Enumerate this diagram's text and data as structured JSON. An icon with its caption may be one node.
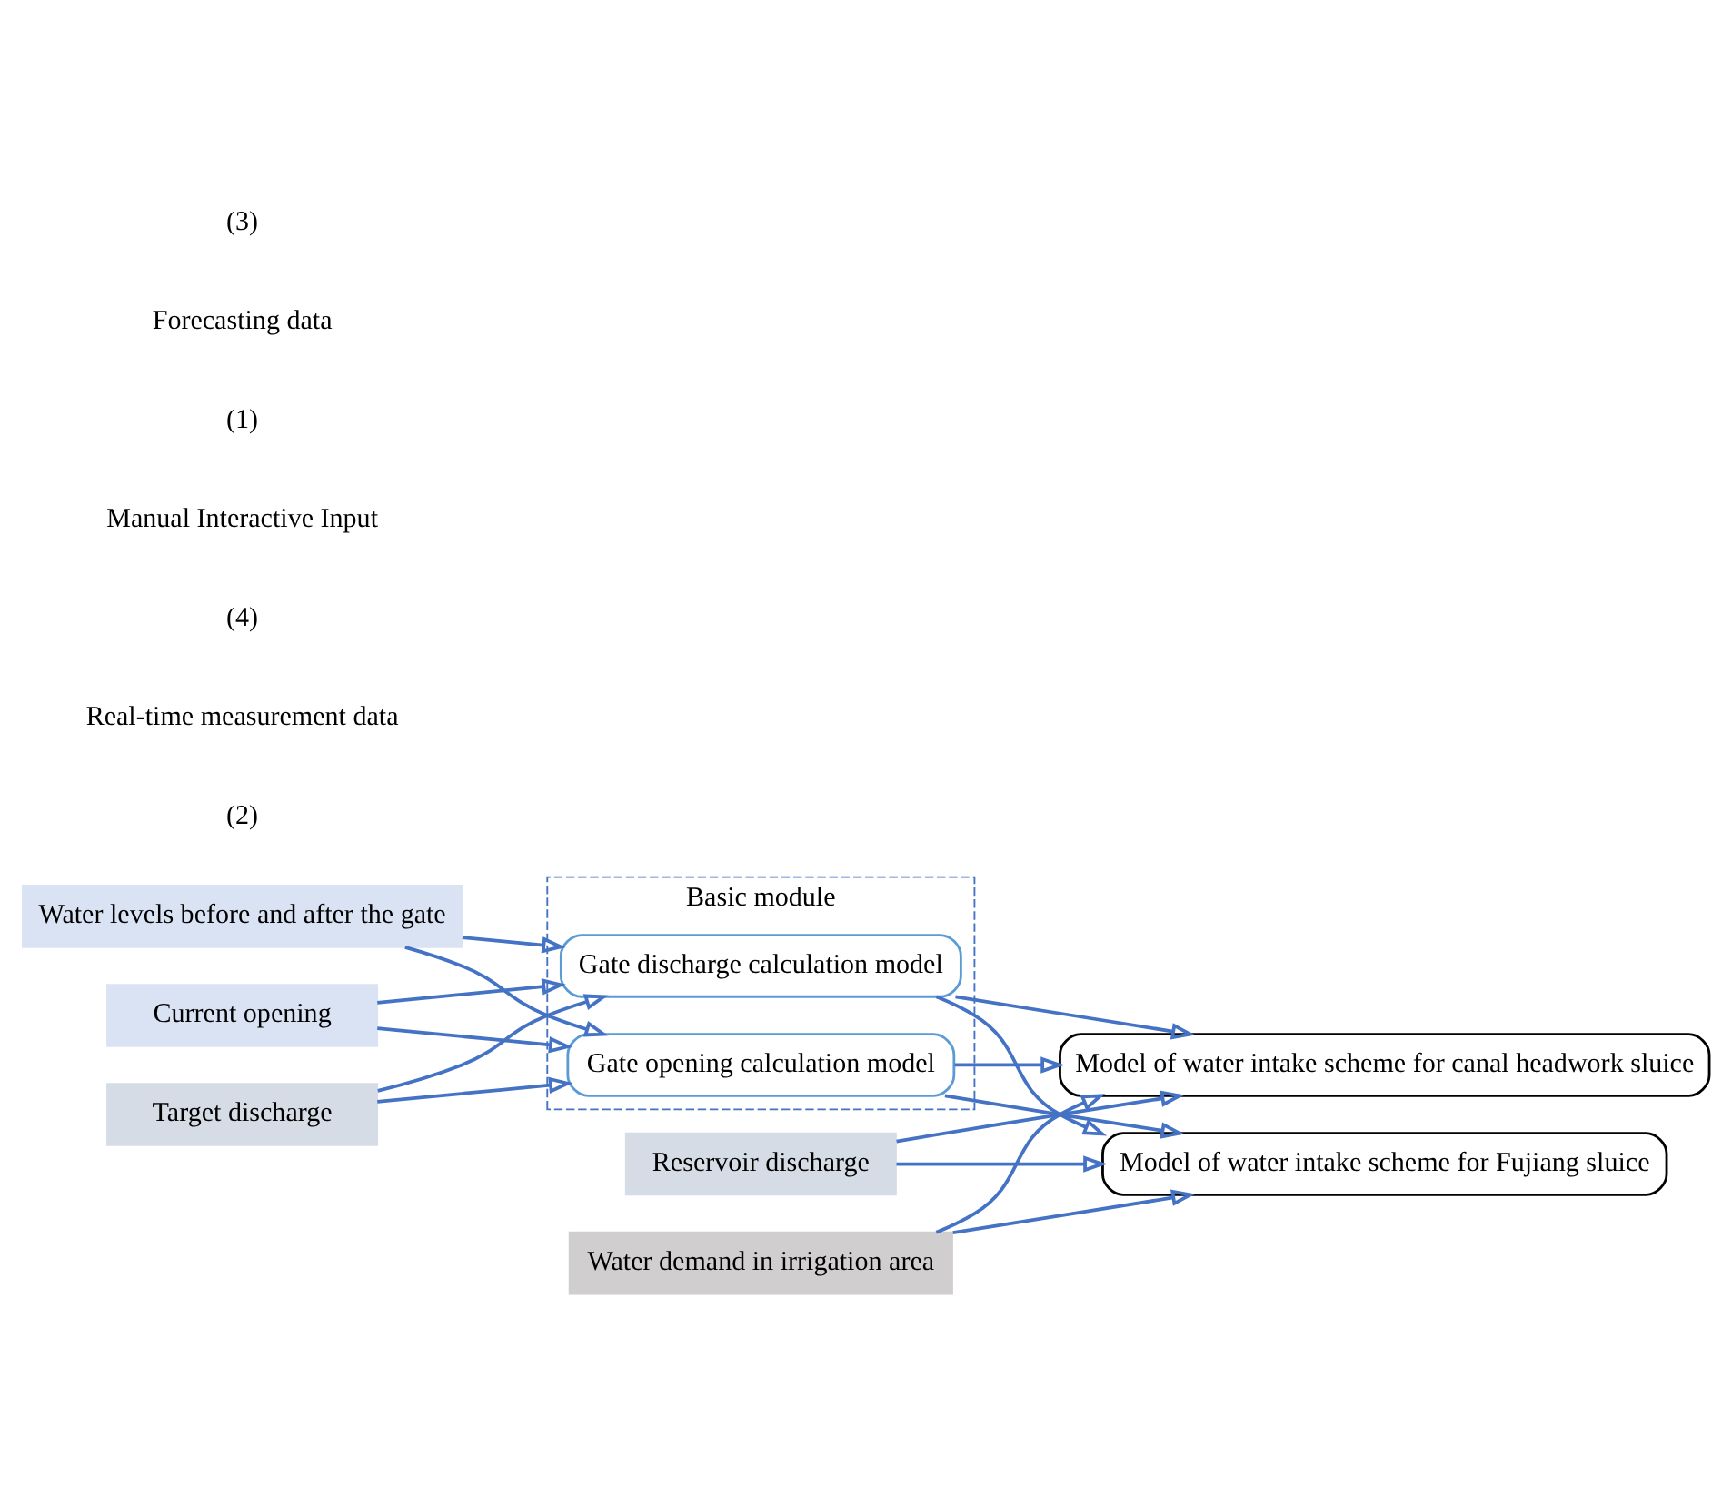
{
  "diagram": {
    "nodes": [
      {
        "text": [
          "Basic module"
        ]
      },
      {
        "text": [
          "Water levels before and after the gate"
        ]
      },
      {
        "text": [
          "Current opening"
        ]
      },
      {
        "text": [
          "Target discharge"
        ]
      },
      {
        "text": [
          "Reservoir discharge"
        ]
      },
      {
        "text": [
          "Water demand in irrigation area"
        ]
      },
      {
        "text": [
          "Gate discharge calculation model"
        ],
        "in": 0
      },
      {
        "text": [
          "Gate opening calculation model"
        ],
        "in": 0
      },
      {
        "text": [
          "Model of water intake scheme for canal headwork sluice"
        ]
      },
      {
        "text": [
          "Model of water intake scheme for Fujiang sluice"
        ]
      }
    ],
    "edges": [
      {
        "from": 1,
        "to": 6,
        "arrow": "to"
      },
      {
        "from": 2,
        "to": 6,
        "arrow": "to"
      },
      {
        "from": 3,
        "to": 6,
        "arrow": "to"
      },
      {
        "from": 1,
        "to": 7,
        "arrow": "to"
      },
      {
        "from": 2,
        "to": 7,
        "arrow": "to"
      },
      {
        "from": 3,
        "to": 7,
        "arrow": "to"
      },
      {
        "from": 7,
        "to": 8,
        "arrow": "to"
      },
      {
        "from": 6,
        "to": 8,
        "arrow": "to"
      },
      {
        "from": 6,
        "to": 9,
        "arrow": "to"
      },
      {
        "from": 7,
        "to": 9,
        "arrow": "to"
      },
      {
        "from": 4,
        "to": 8,
        "arrow": "to"
      },
      {
        "from": 5,
        "to": 8,
        "arrow": "to"
      },
      {
        "from": 4,
        "to": 9,
        "arrow": "to"
      },
      {
        "from": 5,
        "to": 9,
        "arrow": "to"
      }
    ],
    "labels": [
      "(2)",
      "Real-time measurement data",
      "(4)",
      "Manual Interactive Input",
      "(1)",
      "Forecasting data",
      "(3)"
    ]
  }
}
